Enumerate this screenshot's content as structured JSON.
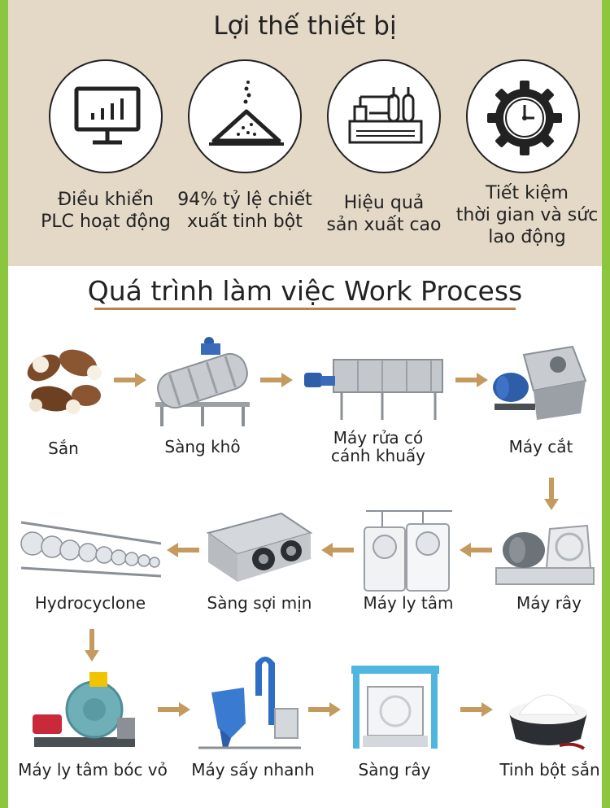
{
  "advantages": {
    "title": "Lợi thế thiết bị",
    "items": [
      {
        "label": "Điều khiển\nPLC hoạt động",
        "icon": "monitor-chart-icon"
      },
      {
        "label": "94% tỷ lệ chiết\nxuất tinh bột",
        "icon": "powder-pile-icon"
      },
      {
        "label": "Hiệu quả\nsản xuất cao",
        "icon": "factory-plant-icon"
      },
      {
        "label": "Tiết kiệm\nthời gian và sức\nlao động",
        "icon": "gear-clock-icon"
      }
    ]
  },
  "process": {
    "title": "Quá trình làm việc Work Process",
    "steps": [
      {
        "label": "Sắn"
      },
      {
        "label": "Sàng khô"
      },
      {
        "label": "Máy rửa có\ncánh khuấy"
      },
      {
        "label": "Máy cắt"
      },
      {
        "label": "Máy rây"
      },
      {
        "label": "Máy ly tâm"
      },
      {
        "label": "Sàng sợi mịn"
      },
      {
        "label": "Hydrocyclone"
      },
      {
        "label": "Máy ly tâm bóc vỏ"
      },
      {
        "label": "Máy sấy nhanh"
      },
      {
        "label": "Sàng rây"
      },
      {
        "label": "Tinh bột sắn"
      }
    ]
  },
  "colors": {
    "frame": "#8cc63f",
    "advantage_bg": "#e4d9c7",
    "arrow": "#c49a5e",
    "underline": "#b8824a"
  }
}
